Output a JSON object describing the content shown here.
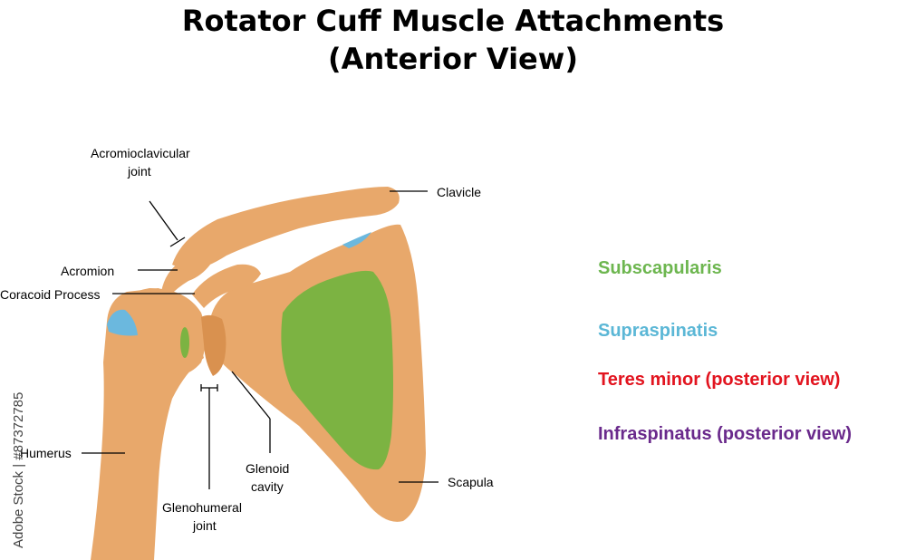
{
  "title": {
    "line1": "Rotator Cuff Muscle Attachments",
    "line2": "(Anterior View)"
  },
  "labels": {
    "acromioclavicular_line1": "Acromioclavicular",
    "acromioclavicular_line2": "joint",
    "clavicle": "Clavicle",
    "acromion": "Acromion",
    "coracoid_process": "Coracoid Process",
    "humerus": "Humerus",
    "glenoid_line1": "Glenoid",
    "glenoid_line2": "cavity",
    "glenohumeral_line1": "Glenohumeral",
    "glenohumeral_line2": "joint",
    "scapula": "Scapula"
  },
  "legend": [
    {
      "text": "Subscapularis",
      "color": "#6db64f"
    },
    {
      "text": "Supraspinatis",
      "color": "#5bb7d6"
    },
    {
      "text": "Teres minor (posterior view)",
      "color": "#e2141f"
    },
    {
      "text": "Infraspinatus (posterior view)",
      "color": "#6a2a8c"
    }
  ],
  "colors": {
    "bone": "#e8a86b",
    "bone_shade": "#d9914f",
    "subscapularis_area": "#7cb342",
    "supraspinatus_area": "#6bb8de"
  },
  "stock_credit": "Adobe Stock | #87372785"
}
